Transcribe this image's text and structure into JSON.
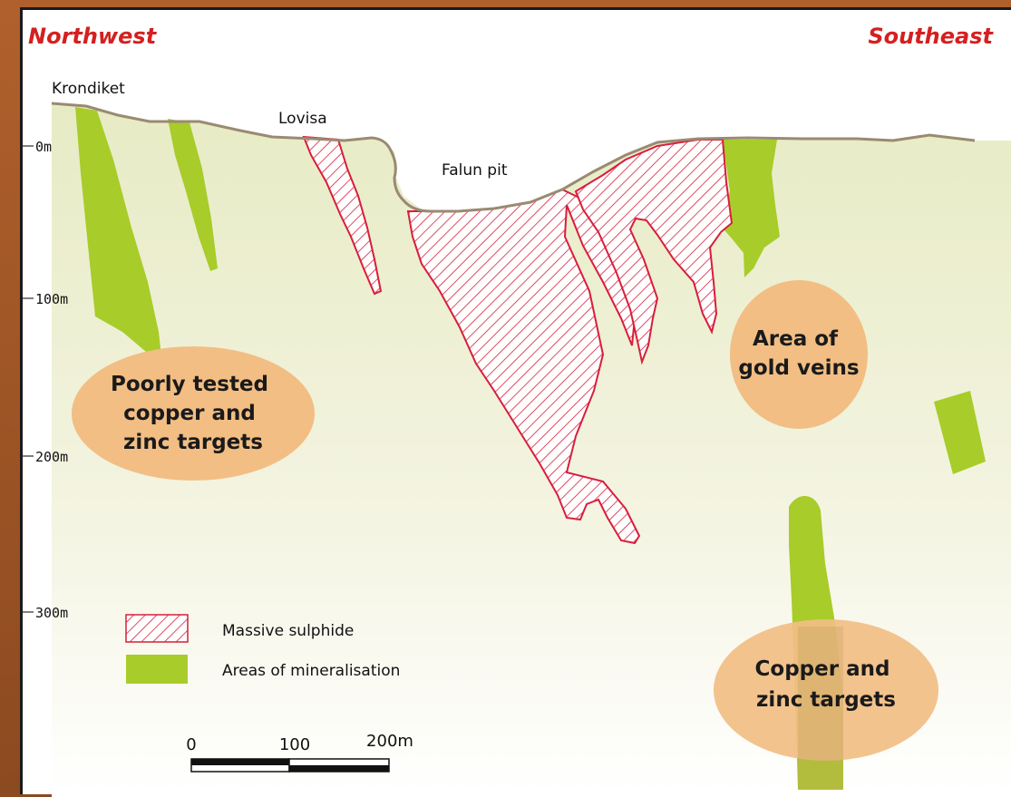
{
  "directions": {
    "left": "Northwest",
    "right": "Southeast"
  },
  "places": {
    "krondiket": "Krondiket",
    "lovisa": "Lovisa",
    "falun_pit": "Falun pit"
  },
  "depths": [
    "0m",
    "100m",
    "200m",
    "300m"
  ],
  "targets": {
    "poorly_tested": [
      "Poorly tested",
      "copper and",
      "zinc targets"
    ],
    "gold_veins": [
      "Area of",
      "gold veins"
    ],
    "copper_zinc": [
      "Copper and",
      "zinc targets"
    ]
  },
  "legend": {
    "massive_sulphide": "Massive sulphide",
    "mineralisation": "Areas of mineralisation"
  },
  "scale_bar": {
    "labels": [
      "0",
      "100",
      "200m"
    ]
  },
  "colors": {
    "ground": "#eef0d8",
    "mineralisation": "#a8cc2a",
    "sulphide_outline": "#d81e3c",
    "target_blob": "#f2be84",
    "title": "#d42020"
  }
}
